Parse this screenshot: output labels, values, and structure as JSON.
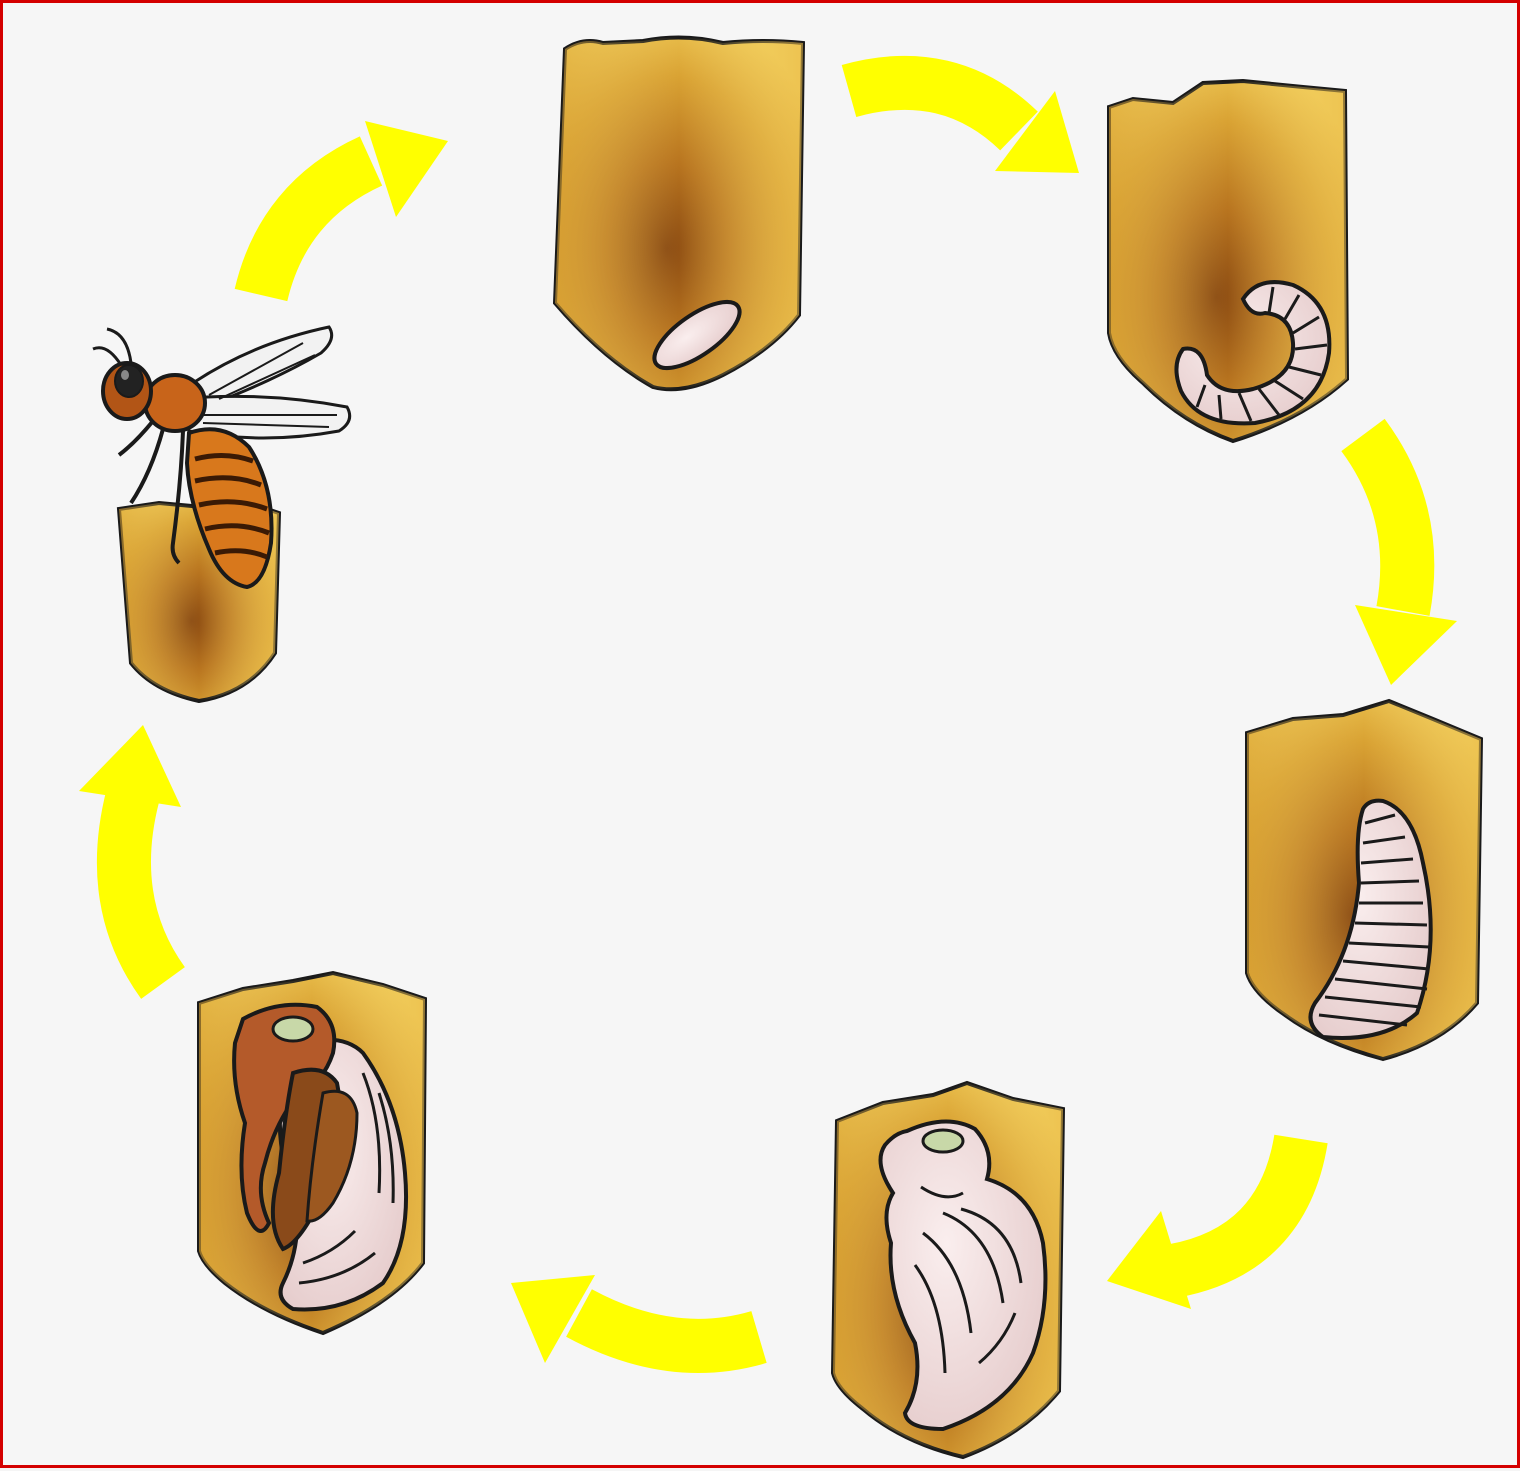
{
  "diagram": {
    "type": "cycle",
    "stage_count": 6,
    "arrow_count": 6
  },
  "colors": {
    "frame_border": "#d40000",
    "background": "#f6f6f6",
    "arrow": "#ffff00",
    "cell_light": "#f3cf5a",
    "cell_mid": "#d9a233",
    "cell_dark": "#8a4a12",
    "outline": "#1a1a1a",
    "body_pink": "#f1dede",
    "eye_green": "#c8d8a8",
    "bee_orange": "#d8781c",
    "bee_stripe": "#3a1a05"
  },
  "icons": {
    "stage_1": "bee-adult-icon",
    "stage_2": "egg-in-cell-icon",
    "stage_3": "curled-larva-icon",
    "stage_4": "straight-larva-icon",
    "stage_5": "white-pupa-icon",
    "stage_6": "dark-pupa-icon"
  }
}
